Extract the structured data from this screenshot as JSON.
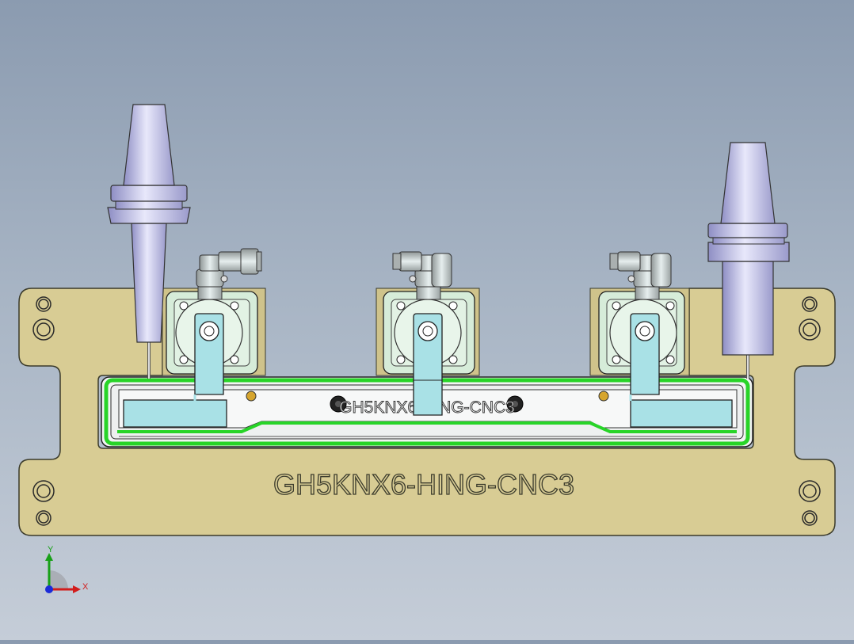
{
  "viewport": {
    "engraving_plate": "GH5KNX6-HING-CNC3",
    "engraving_rail": "GH5KNX6-HING-CNC3"
  },
  "triad": {
    "x_label": "X",
    "y_label": "Y"
  },
  "colors": {
    "background_top": "#8b9bb0",
    "background_bottom": "#c5cdd8",
    "base_plate": "#d8cc94",
    "module_block": "#d6ecd9",
    "clamp_arm": "#a9e1e6",
    "rail_highlight": "#28d428",
    "tool_holder": "#c9c9ec"
  }
}
